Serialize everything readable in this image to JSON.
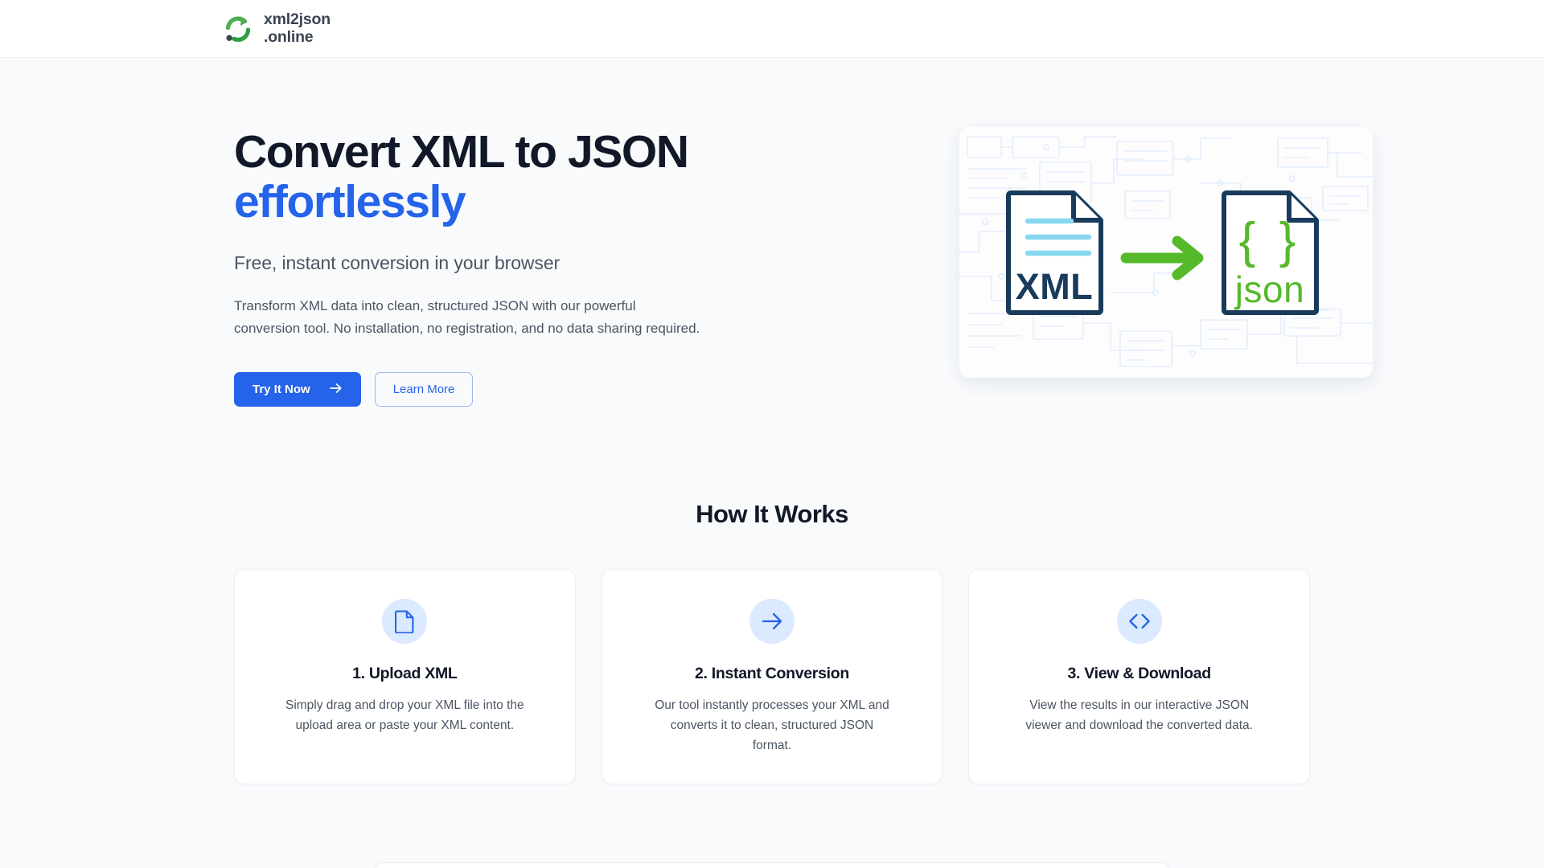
{
  "header": {
    "logo": {
      "icon": "refresh-convert-icon",
      "line1": "xml2json",
      "line2": ".online"
    }
  },
  "hero": {
    "title_line1": "Convert XML to JSON",
    "title_line2": "effortlessly",
    "subtitle": "Free, instant conversion in your browser",
    "body": "Transform XML data into clean, structured JSON with our powerful conversion tool. No installation, no registration, and no data sharing required.",
    "primary_button": {
      "label": "Try It Now",
      "icon": "arrow-right-icon"
    },
    "secondary_button": {
      "label": "Learn More"
    },
    "illustration": {
      "source_label": "XML",
      "target_label": "json",
      "target_braces": "{ }",
      "arrow_icon": "arrow-right-icon"
    }
  },
  "how_it_works": {
    "title": "How It Works",
    "cards": [
      {
        "icon": "file-document-icon",
        "title": "1. Upload XML",
        "text": "Simply drag and drop your XML file into the upload area or paste your XML content."
      },
      {
        "icon": "arrow-right-icon",
        "title": "2. Instant Conversion",
        "text": "Our tool instantly processes your XML and converts it to clean, structured JSON format."
      },
      {
        "icon": "code-brackets-icon",
        "title": "3. View & Download",
        "text": "View the results in our interactive JSON viewer and download the converted data."
      }
    ]
  },
  "colors": {
    "accent_blue": "#2563eb",
    "accent_green": "#56b92b",
    "ink": "#111827",
    "muted": "#4b5563",
    "page_bg": "#f8fafc",
    "icon_circle": "#dbeafe",
    "doc_navy": "#183b5c"
  }
}
